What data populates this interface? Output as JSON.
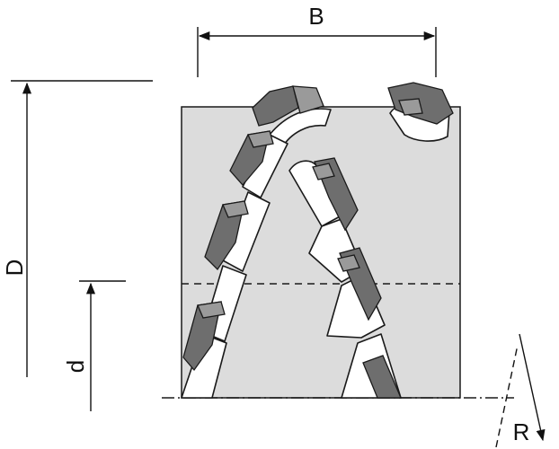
{
  "diagram": {
    "labels": {
      "width": "B",
      "outer_diameter": "D",
      "inner_diameter": "d",
      "rotation": "R"
    },
    "colors": {
      "body_fill": "#dcdcdc",
      "insert_dark": "#6e6e6e",
      "insert_light": "#9a9a9a",
      "outline": "#1a1a1a",
      "pocket_fill": "#ffffff"
    }
  }
}
